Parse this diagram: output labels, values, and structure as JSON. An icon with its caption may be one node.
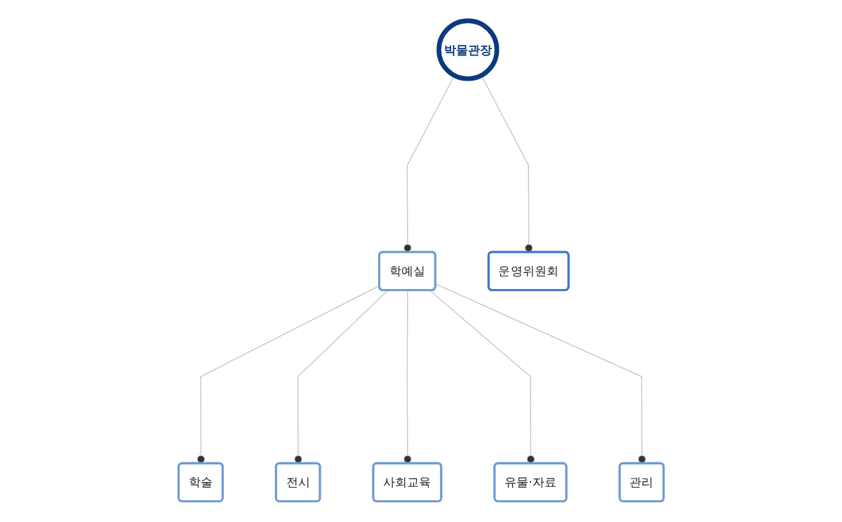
{
  "diagram": {
    "nodes": [
      {
        "text": [
          "박물관장"
        ]
      },
      {
        "text": [
          "운영위원회"
        ]
      },
      {
        "text": [
          "학예실"
        ]
      },
      {
        "text": [
          "학술"
        ]
      },
      {
        "text": [
          "전시"
        ]
      },
      {
        "text": [
          "사회교육"
        ]
      },
      {
        "text": [
          "유물·자료"
        ]
      },
      {
        "text": [
          "관리"
        ]
      }
    ],
    "edges": [
      {
        "from": 0,
        "to": 1,
        "arrow": "other"
      },
      {
        "from": 0,
        "to": 2,
        "arrow": "other"
      },
      {
        "from": 2,
        "to": 3,
        "arrow": "other"
      },
      {
        "from": 2,
        "to": 4,
        "arrow": "other"
      },
      {
        "from": 2,
        "to": 5,
        "arrow": "other"
      },
      {
        "from": 2,
        "to": 6,
        "arrow": "other"
      },
      {
        "from": 2,
        "to": 7,
        "arrow": "other"
      }
    ]
  }
}
